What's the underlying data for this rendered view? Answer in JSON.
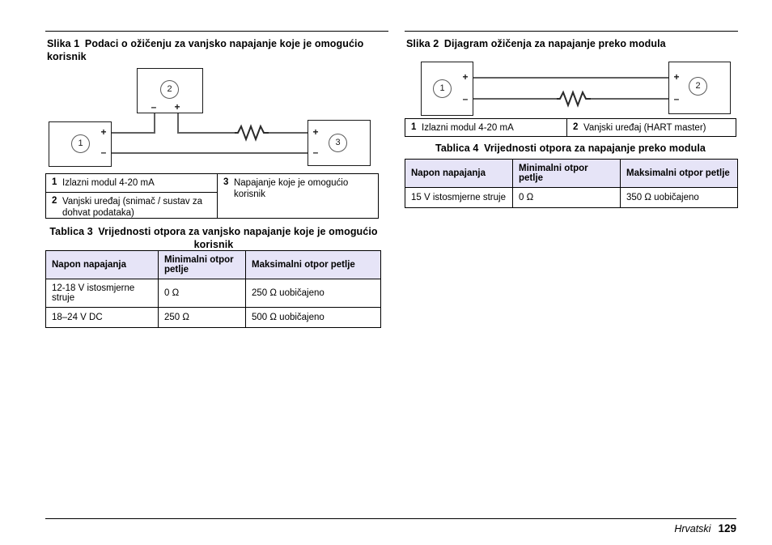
{
  "footer": {
    "language": "Hrvatski",
    "page_number": "129"
  },
  "figure1": {
    "caption_number": "Slika 1",
    "caption_text": "Podaci o ožičenju za vanjsko napajanje koje je omogućio korisnik",
    "callouts": {
      "one": "1",
      "two": "2",
      "three": "3"
    },
    "terminals": {
      "box1_plus": "+",
      "box1_minus": "–",
      "box2_minus": "–",
      "box2_plus": "+",
      "box3_plus": "+",
      "box3_minus": "–"
    },
    "legend": [
      {
        "key": "1",
        "value": "Izlazni modul 4-20 mA"
      },
      {
        "key": "2",
        "value": "Vanjski uređaj (snimač / sustav za dohvat podataka)"
      },
      {
        "key": "3",
        "value": "Napajanje koje je omogućio korisnik"
      }
    ]
  },
  "figure2": {
    "caption_number": "Slika 2",
    "caption_text": "Dijagram ožičenja za napajanje preko modula",
    "callouts": {
      "one": "1",
      "two": "2"
    },
    "terminals": {
      "box1_plus": "+",
      "box1_minus": "–",
      "box2_plus": "+",
      "box2_minus": "–"
    },
    "legend": [
      {
        "key": "1",
        "value": "Izlazni modul 4-20 mA"
      },
      {
        "key": "2",
        "value": "Vanjski uređaj (HART master)"
      }
    ]
  },
  "table3": {
    "caption_number": "Tablica 3",
    "caption_text": "Vrijednosti otpora za vanjsko napajanje koje je omogućio korisnik",
    "headers": [
      "Napon napajanja",
      "Minimalni otpor petlje",
      "Maksimalni otpor petlje"
    ],
    "rows": [
      [
        "12-18 V istosmjerne struje",
        "0 Ω",
        "250 Ω uobičajeno"
      ],
      [
        "18–24 V DC",
        "250 Ω",
        "500 Ω uobičajeno"
      ]
    ]
  },
  "table4": {
    "caption_number": "Tablica 4",
    "caption_text": "Vrijednosti otpora za napajanje preko modula",
    "headers": [
      "Napon napajanja",
      "Minimalni otpor petlje",
      "Maksimalni otpor petlje"
    ],
    "rows": [
      [
        "15 V istosmjerne struje",
        "0 Ω",
        "350 Ω uobičajeno"
      ]
    ]
  },
  "colors": {
    "table_header_bg": "#e6e4f7",
    "wire": "#5f5f5f",
    "border": "#000000"
  }
}
